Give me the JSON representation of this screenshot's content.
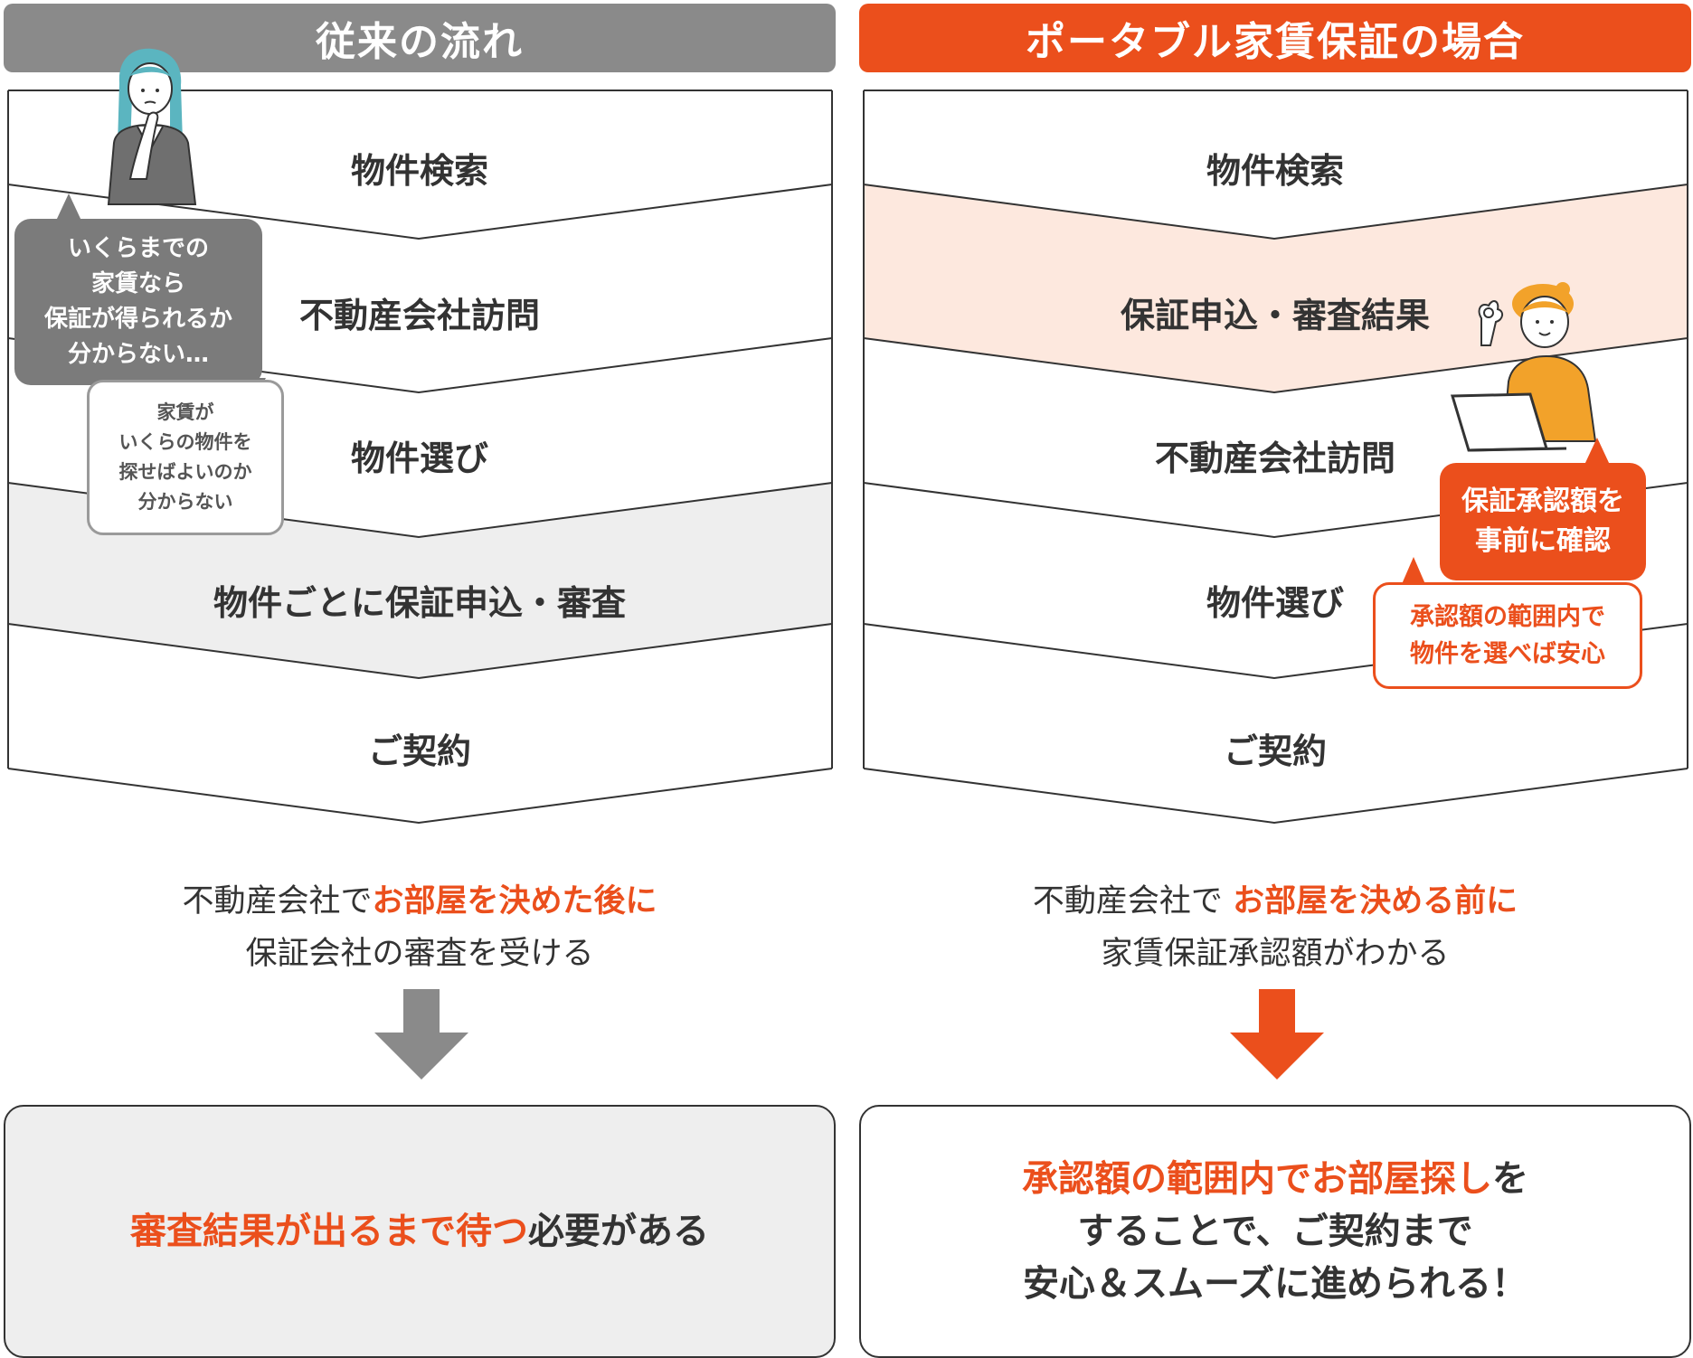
{
  "left": {
    "header": "従来の流れ",
    "steps": [
      "物件検索",
      "不動産会社訪問",
      "物件選び",
      "物件ごとに保証申込・審査",
      "ご契約"
    ],
    "bubble_dark": [
      "いくらまでの",
      "家賃なら",
      "保証が得られるか",
      "分からない…"
    ],
    "bubble_light": [
      "家賃が",
      "いくらの物件を",
      "探せばよいのか",
      "分からない"
    ],
    "summary": {
      "pre": "不動産会社で",
      "hl": "お部屋を決めた後に",
      "line2": "保証会社の審査を受ける"
    },
    "result": {
      "hl": "審査結果が出るまで待つ",
      "rest": "必要がある"
    }
  },
  "right": {
    "header": "ポータブル家賃保証の場合",
    "steps": [
      "物件検索",
      "保証申込・審査結果",
      "不動産会社訪問",
      "物件選び",
      "ご契約"
    ],
    "bubble_orange": [
      "保証承認額を",
      "事前に確認"
    ],
    "bubble_outline": [
      "承認額の範囲内で",
      "物件を選べば安心"
    ],
    "summary": {
      "pre": "不動産会社で ",
      "hl": "お部屋を決める前に",
      "line2": "家賃保証承認額がわかる"
    },
    "result": {
      "hl": "承認額の範囲内でお部屋探し",
      "rest1": "を",
      "line2": "することで、ご契約まで",
      "line3": "安心＆スムーズに進められる！"
    }
  },
  "colors": {
    "accent": "#eb4f1c",
    "gray_header": "#8a8a8a",
    "highlight_left": "#eeeeee",
    "highlight_right": "#fde8de"
  }
}
